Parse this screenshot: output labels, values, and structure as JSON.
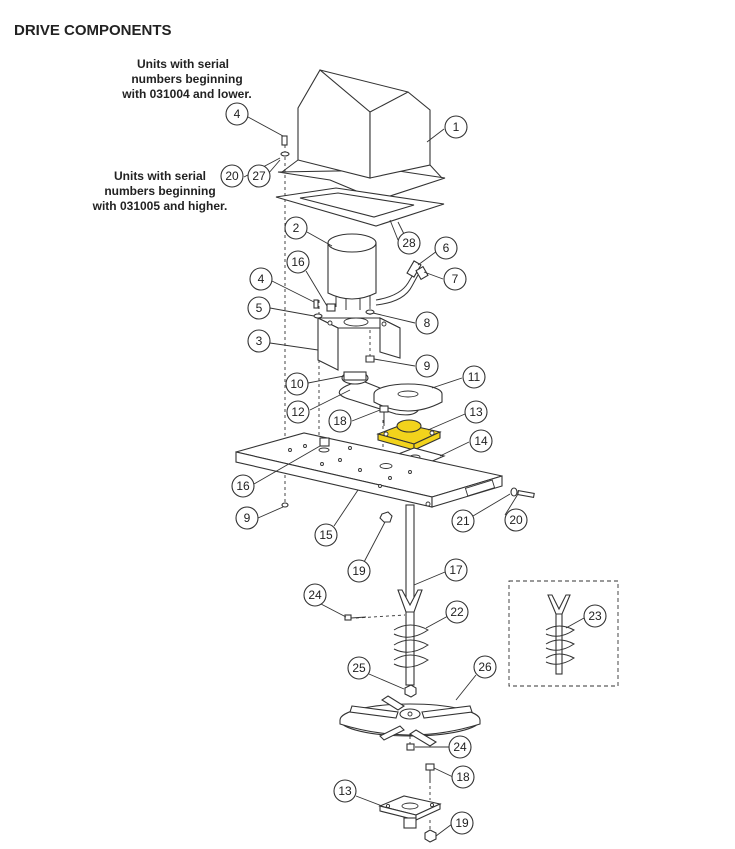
{
  "title": "DRIVE COMPONENTS",
  "notes": {
    "old_units": [
      "Units with serial",
      "numbers beginning",
      "with 031004 and lower."
    ],
    "new_units": [
      "Units with serial",
      "numbers beginning",
      "with 031005 and higher."
    ]
  },
  "callouts": [
    {
      "id": "c1",
      "label": "1"
    },
    {
      "id": "c2",
      "label": "2"
    },
    {
      "id": "c3",
      "label": "3"
    },
    {
      "id": "c4a",
      "label": "4"
    },
    {
      "id": "c4b",
      "label": "4"
    },
    {
      "id": "c5",
      "label": "5"
    },
    {
      "id": "c6",
      "label": "6"
    },
    {
      "id": "c7",
      "label": "7"
    },
    {
      "id": "c8",
      "label": "8"
    },
    {
      "id": "c9a",
      "label": "9"
    },
    {
      "id": "c9b",
      "label": "9"
    },
    {
      "id": "c10",
      "label": "10"
    },
    {
      "id": "c11",
      "label": "11"
    },
    {
      "id": "c12",
      "label": "12"
    },
    {
      "id": "c13a",
      "label": "13"
    },
    {
      "id": "c13b",
      "label": "13"
    },
    {
      "id": "c14",
      "label": "14"
    },
    {
      "id": "c15",
      "label": "15"
    },
    {
      "id": "c16a",
      "label": "16"
    },
    {
      "id": "c16b",
      "label": "16"
    },
    {
      "id": "c17",
      "label": "17"
    },
    {
      "id": "c18a",
      "label": "18"
    },
    {
      "id": "c18b",
      "label": "18"
    },
    {
      "id": "c19a",
      "label": "19"
    },
    {
      "id": "c19b",
      "label": "19"
    },
    {
      "id": "c20a",
      "label": "20"
    },
    {
      "id": "c20b",
      "label": "20"
    },
    {
      "id": "c21",
      "label": "21"
    },
    {
      "id": "c22",
      "label": "22"
    },
    {
      "id": "c23",
      "label": "23"
    },
    {
      "id": "c24a",
      "label": "24"
    },
    {
      "id": "c24b",
      "label": "24"
    },
    {
      "id": "c25",
      "label": "25"
    },
    {
      "id": "c26",
      "label": "26"
    },
    {
      "id": "c27",
      "label": "27"
    },
    {
      "id": "c28",
      "label": "28"
    }
  ],
  "highlight_color": "#f2d31c"
}
